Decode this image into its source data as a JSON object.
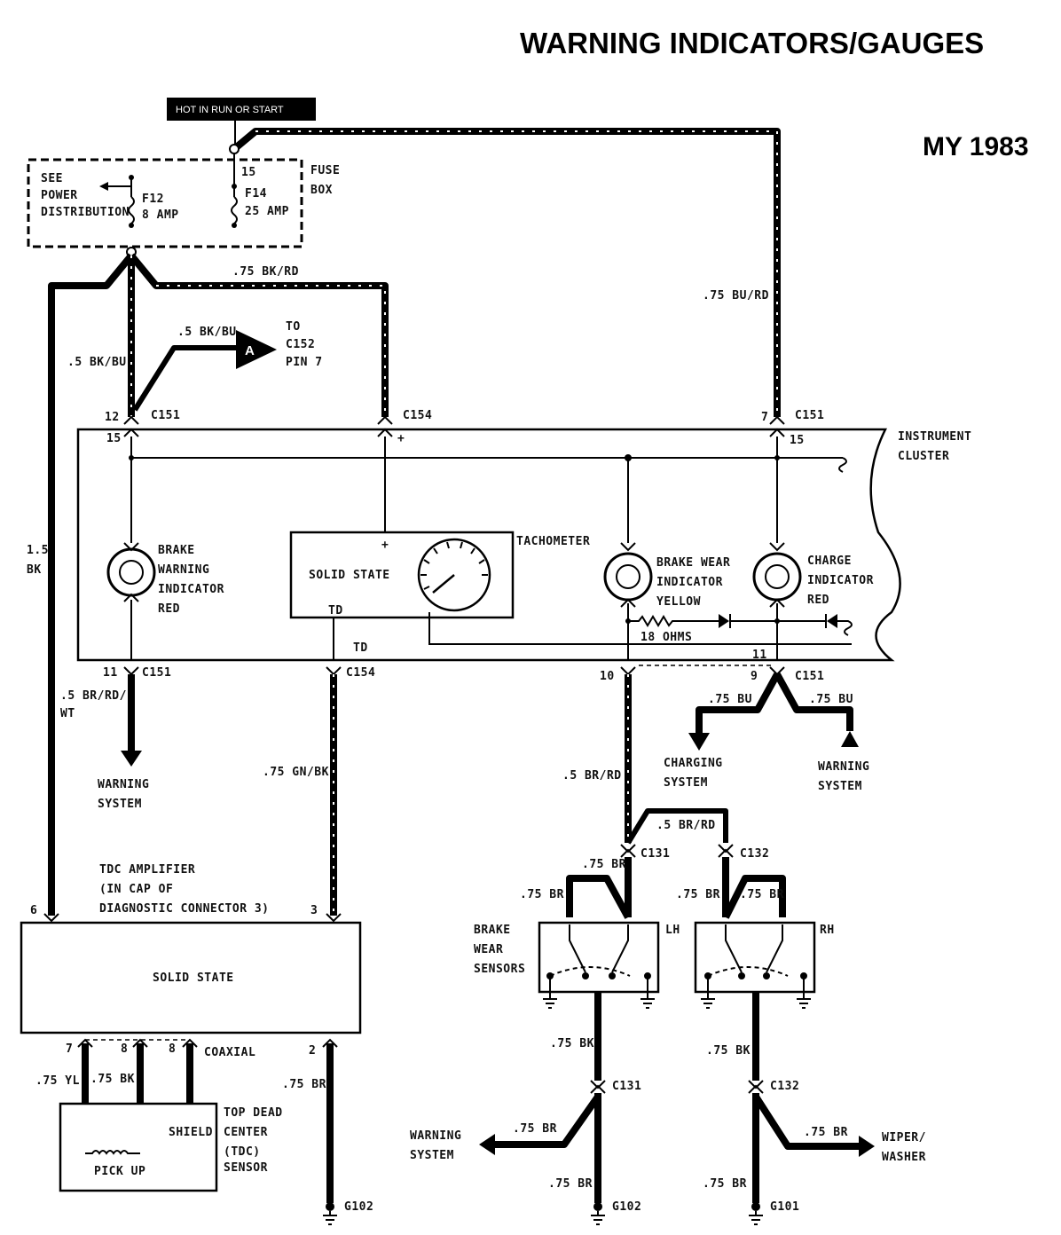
{
  "title": "WARNING INDICATORS/GAUGES",
  "model_year": "MY 1983",
  "hot_label": "HOT IN RUN OR START",
  "fuse_box": {
    "label_1": "FUSE",
    "label_2": "BOX",
    "power_dist_1": "SEE",
    "power_dist_2": "POWER",
    "power_dist_3": "DISTRIBUTION",
    "f12": "F12",
    "f12_amp": "8 AMP",
    "terminal_15": "15",
    "f14": "F14",
    "f14_amp": "25 AMP"
  },
  "wires": {
    "w_75bkrd": ".75 BK/RD",
    "w_75burd": ".75 BU/RD",
    "w_5bkbu_left": ".5 BK/BU",
    "w_5bkbu_branch": ".5 BK/BU",
    "w_15bk_1": "1.5",
    "w_15bk_2": "BK",
    "w_5brrdwt_1": ".5 BR/RD/",
    "w_5brrdwt_2": "WT",
    "w_75gnbk": ".75 GN/BK",
    "w_5brrd_main": ".5 BR/RD",
    "w_5brrd_c132": ".5 BR/RD",
    "w_75bu_left": ".75 BU",
    "w_75bu_right": ".75 BU",
    "w_75br_c131": ".75 BR",
    "w_75br_lh_left": ".75 BR",
    "w_75br_rh_left": ".75 BR",
    "w_75br_rh_right": ".75 BR",
    "w_75bk_lh": ".75 BK",
    "w_75bk_rh": ".75 BK",
    "w_75br_ws_left": ".75 BR",
    "w_75br_ws_right": ".75 BR",
    "w_75br_g102": ".75 BR",
    "w_75br_g101": ".75 BR",
    "w_75yl": ".75 YL",
    "w_75bk_tdc": ".75 BK",
    "w_75br_pin2": ".75 BR"
  },
  "connector_a": {
    "letter": "A",
    "to_1": "TO",
    "to_2": "C152",
    "to_3": "PIN 7"
  },
  "connectors": {
    "c151_left": "C151",
    "c154_top": "C154",
    "c151_right": "C151",
    "c151_bl": "C151",
    "c154_bottom": "C154",
    "c151_br": "C151",
    "c131_top": "C131",
    "c132_top": "C132",
    "c131_bottom": "C131",
    "c132_bottom": "C132"
  },
  "pins": {
    "p12": "12",
    "p15_left": "15",
    "p7": "7",
    "p15_right": "15",
    "p11": "11",
    "p10": "10",
    "p9": "9",
    "p11_inner": "11",
    "p6": "6",
    "p3": "3",
    "p7_tdc": "7",
    "p8_a": "8",
    "p8_b": "8",
    "p2": "2",
    "plus_c154": "+",
    "plus_solid": "+"
  },
  "cluster": {
    "label_1": "INSTRUMENT",
    "label_2": "CLUSTER",
    "brake_warning_1": "BRAKE",
    "brake_warning_2": "WARNING",
    "brake_warning_3": "INDICATOR",
    "brake_warning_color": "RED",
    "solid_state": "SOLID STATE",
    "td_1": "TD",
    "td_2": "TD",
    "tachometer": "TACHOMETER",
    "brake_wear_1": "BRAKE WEAR",
    "brake_wear_2": "INDICATOR",
    "brake_wear_color": "YELLOW",
    "resistor": "18 OHMS",
    "charge_1": "CHARGE",
    "charge_2": "INDICATOR",
    "charge_color": "RED"
  },
  "destinations": {
    "warning_system_left_1": "WARNING",
    "warning_system_left_2": "SYSTEM",
    "charging_system_1": "CHARGING",
    "charging_system_2": "SYSTEM",
    "warning_system_right_1": "WARNING",
    "warning_system_right_2": "SYSTEM",
    "warning_system_bottom_1": "WARNING",
    "warning_system_bottom_2": "SYSTEM",
    "wiper_washer_1": "WIPER/",
    "wiper_washer_2": "WASHER"
  },
  "tdc_amplifier": {
    "line_1": "TDC AMPLIFIER",
    "line_2": "(IN CAP OF",
    "line_3": "DIAGNOSTIC CONNECTOR 3)",
    "solid_state": "SOLID STATE",
    "coaxial": "COAXIAL"
  },
  "tdc_sensor": {
    "line_1": "TOP DEAD",
    "line_2": "CENTER",
    "line_3": "(TDC)",
    "line_4": "SENSOR",
    "shield": "SHIELD",
    "pickup": "PICK UP"
  },
  "brake_wear_sensors": {
    "line_1": "BRAKE",
    "line_2": "WEAR",
    "line_3": "SENSORS",
    "lh": "LH",
    "rh": "RH"
  },
  "grounds": {
    "g102_left": "G102",
    "g102_right": "G102",
    "g101": "G101"
  }
}
